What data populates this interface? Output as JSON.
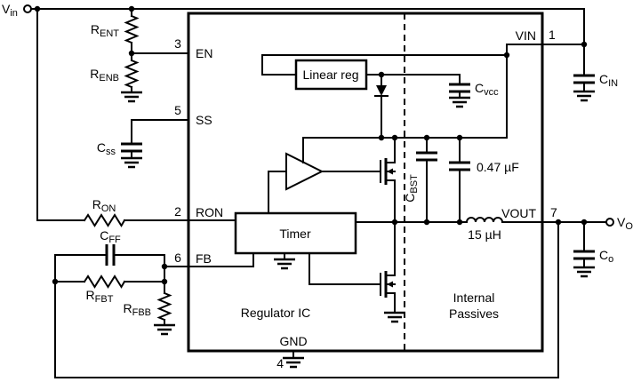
{
  "terminals": {
    "vin": {
      "base": "V",
      "sub": "in"
    },
    "vout": {
      "base": "V",
      "sub": "O"
    }
  },
  "pins": {
    "en": {
      "number": "3",
      "label": "EN"
    },
    "ss": {
      "number": "5",
      "label": "SS"
    },
    "ron": {
      "number": "2",
      "label": "RON"
    },
    "fb": {
      "number": "6",
      "label": "FB"
    },
    "gnd": {
      "number": "4",
      "label": "GND"
    },
    "vin": {
      "number": "1",
      "label": "VIN"
    },
    "vout": {
      "number": "7",
      "label": "VOUT"
    }
  },
  "components": {
    "rent": {
      "base": "R",
      "sub": "ENT"
    },
    "renb": {
      "base": "R",
      "sub": "ENB"
    },
    "css": {
      "base": "C",
      "sub": "ss"
    },
    "ron": {
      "base": "R",
      "sub": "ON"
    },
    "cff": {
      "base": "C",
      "sub": "FF"
    },
    "rfbt": {
      "base": "R",
      "sub": "FBT"
    },
    "rfbb": {
      "base": "R",
      "sub": "FBB"
    },
    "cin": {
      "base": "C",
      "sub": "IN"
    },
    "cvcc": {
      "base": "C",
      "sub": "vcc"
    },
    "cbst": {
      "base": "C",
      "sub": "BST"
    },
    "cboot_value": "0.47 µF",
    "inductor_value": "15 µH",
    "co": {
      "base": "C",
      "sub": "o"
    }
  },
  "blocks": {
    "linear_reg": "Linear reg",
    "timer": "Timer",
    "regulator_ic": "Regulator IC",
    "internal_passives_line1": "Internal",
    "internal_passives_line2": "Passives"
  }
}
